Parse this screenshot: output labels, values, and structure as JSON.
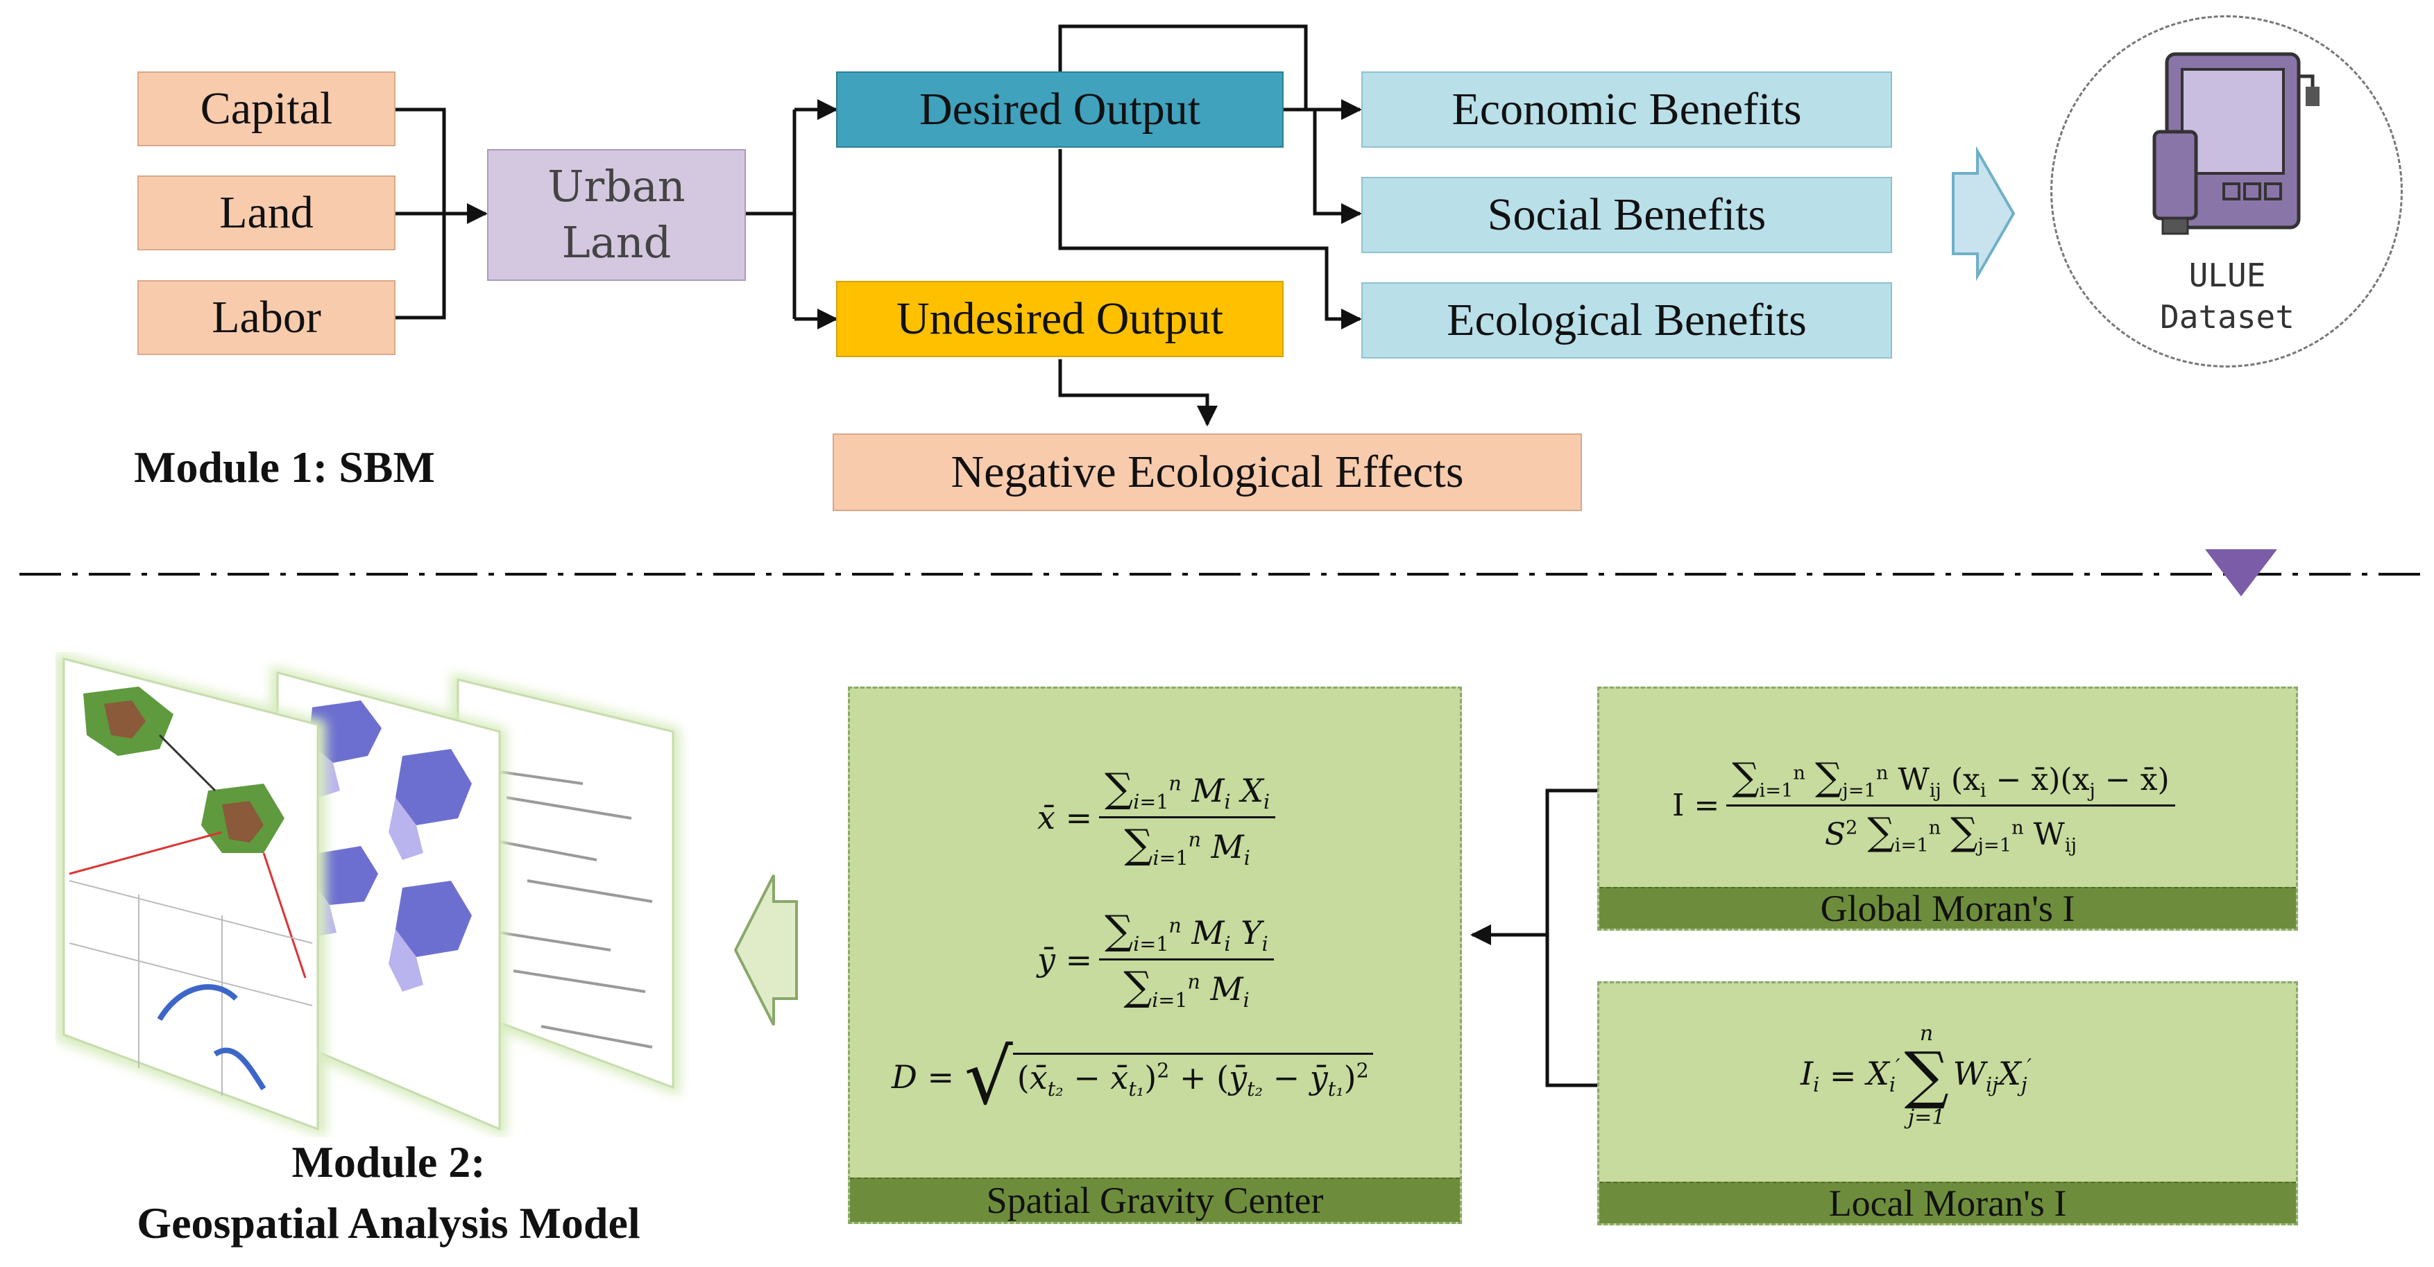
{
  "module1": {
    "title": "Module 1: SBM",
    "inputs": [
      "Capital",
      "Land",
      "Labor"
    ],
    "center": "Urban\nLand",
    "desired": "Desired Output",
    "undesired": "Undesired Output",
    "benefits": [
      "Economic Benefits",
      "Social Benefits",
      "Ecological Benefits"
    ],
    "negative": "Negative Ecological Effects",
    "dataset": "ULUE\nDataset"
  },
  "module2": {
    "title_line1": "Module 2:",
    "title_line2": "Geospatial Analysis Model",
    "gravity_label": "Spatial Gravity Center",
    "global_label": "Global Moran's I",
    "local_label": "Local Moran's I"
  },
  "colors": {
    "peach": "#f8cbad",
    "lavender": "#d4c7e0",
    "teal": "#40a2bd",
    "gold": "#ffc000",
    "light_blue": "#b9dfe9",
    "green_panel": "#c6db9d",
    "green_bar": "#6e8d3c",
    "arrow_purple": "#7b5ca8"
  }
}
